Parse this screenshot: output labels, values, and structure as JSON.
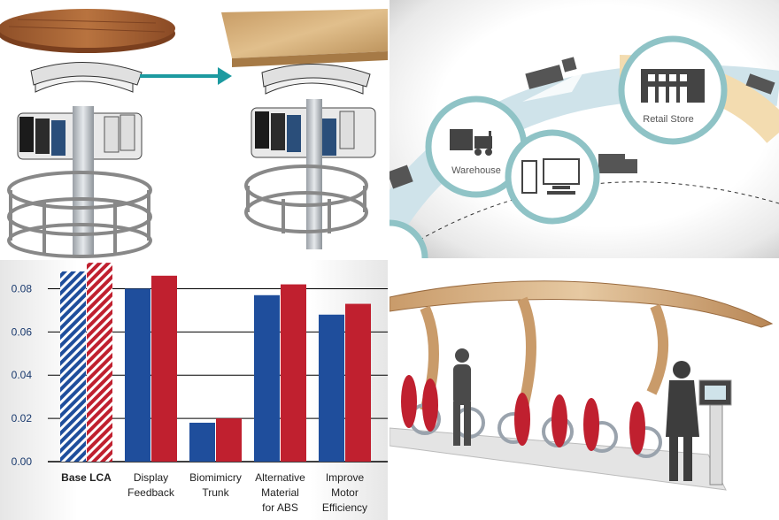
{
  "supply_chain": {
    "retail_label": "Retail Store",
    "warehouse_label": "Warehouse"
  },
  "chart_data": {
    "type": "bar",
    "ylim": [
      0,
      0.09
    ],
    "yticks": [
      "0.00",
      "0.02",
      "0.04",
      "0.06",
      "0.08"
    ],
    "categories": [
      [
        "Base LCA"
      ],
      [
        "Display",
        "Feedback"
      ],
      [
        "Biomimicry",
        "Trunk"
      ],
      [
        "Alternative",
        "Material",
        "for ABS"
      ],
      [
        "Improve",
        "Motor",
        "Efficiency"
      ]
    ],
    "bold_first_category": true,
    "hatched_first_category": true,
    "series": [
      {
        "color": "#1f4e9c",
        "values": [
          0.088,
          0.08,
          0.018,
          0.077,
          0.068
        ]
      },
      {
        "color": "#c0202f",
        "values": [
          0.092,
          0.086,
          0.02,
          0.082,
          0.073
        ]
      }
    ],
    "grid": true
  },
  "colors": {
    "arrow_teal": "#1c9aa0",
    "ring_teal": "#8fc3c6",
    "flow_blue": "#cfe3ea",
    "flow_orange": "#f3dcb0",
    "icon_dark": "#555555",
    "wood": "#b06a3b",
    "wood_light": "#d8b27e"
  }
}
